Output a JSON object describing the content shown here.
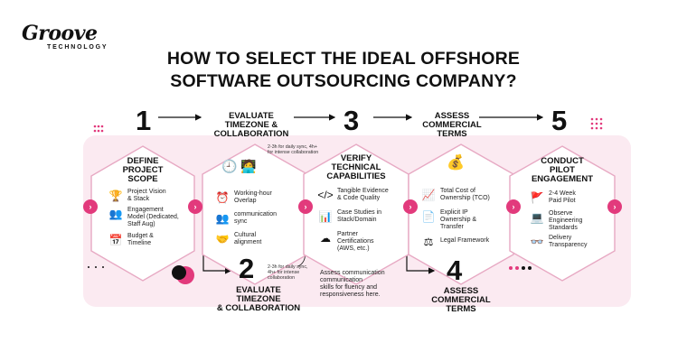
{
  "brand": {
    "name": "Groove",
    "sub": "TECHNOLOGY"
  },
  "title": {
    "line1": "HOW TO SELECT THE IDEAL OFFSHORE",
    "line2": "SOFTWARE OUTSOURCING COMPANY?"
  },
  "colors": {
    "accent": "#e23a7c",
    "soft": "#fbeaf1",
    "ink": "#111111"
  },
  "steps": {
    "s1": {
      "num": "1",
      "title": [
        "DEFINE",
        "PROJECT",
        "SCOPE"
      ],
      "items": [
        {
          "icon": "trophy-icon",
          "text": [
            "Project Vision",
            "& Stack"
          ]
        },
        {
          "icon": "team-icon",
          "text": [
            "Engagement",
            "Model (Dedicated,",
            "Staff Aug)"
          ]
        },
        {
          "icon": "calendar-icon",
          "text": [
            "Budget &",
            "Timeline"
          ]
        }
      ]
    },
    "s2top": {
      "head": [
        "EVALUATE",
        "TIMEZONE &",
        "COLLABORATION"
      ],
      "note": [
        "2-3h for daily sync, 4h+",
        "for intense collaboration"
      ]
    },
    "s2": {
      "num": "2",
      "head": [
        "EVALUATE",
        "TIMEZONE",
        "& COLLABORATION"
      ],
      "note": [
        "2-3h for daily sync,",
        "4h+ for intense",
        "collaboration"
      ],
      "items": [
        {
          "icon": "clock-icon",
          "text": [
            "Working-hour",
            "Overlap"
          ]
        },
        {
          "icon": "people-sync-icon",
          "text": [
            "communication",
            "sync"
          ]
        },
        {
          "icon": "handshake-icon",
          "text": [
            "Cultural",
            "alignment"
          ]
        }
      ]
    },
    "s3": {
      "num": "3",
      "title": [
        "VERIFY",
        "TECHNICAL",
        "CAPABILITIES"
      ],
      "items": [
        {
          "icon": "code-icon",
          "text": [
            "Tangible Evidence",
            "& Code Quality"
          ]
        },
        {
          "icon": "chart-icon",
          "text": [
            "Case Studies in",
            "Stack/Domain"
          ]
        },
        {
          "icon": "cloud-icon",
          "text": [
            "Partner",
            "Certifications",
            "(AWS, etc.)"
          ]
        }
      ],
      "assess": [
        "Assess communication",
        "communication",
        "skills for fluency and",
        "responsiveness here."
      ]
    },
    "s4top": {
      "head": [
        "ASSESS",
        "COMMERCIAL",
        "TERMS"
      ]
    },
    "s4": {
      "num": "4",
      "head": [
        "ASSESS",
        "COMMERCIAL",
        "TERMS"
      ],
      "items": [
        {
          "icon": "tco-chart-icon",
          "text": [
            "Total Cost of",
            "Ownership (TCO)"
          ]
        },
        {
          "icon": "document-icon",
          "text": [
            "Explicit IP",
            "Ownership &",
            "Transfer"
          ]
        },
        {
          "icon": "gavel-icon",
          "text": [
            "Legal Framework"
          ]
        }
      ]
    },
    "s5": {
      "num": "5",
      "title": [
        "CONDUCT",
        "PILOT",
        "ENGAGEMENT"
      ],
      "items": [
        {
          "icon": "flag-icon",
          "text": [
            "2-4 Week",
            "Paid Pilot"
          ]
        },
        {
          "icon": "laptop-icon",
          "text": [
            "Observe",
            "Engineering",
            "Standards"
          ]
        },
        {
          "icon": "glasses-icon",
          "text": [
            "Delivery",
            "Transparency"
          ]
        }
      ]
    }
  }
}
